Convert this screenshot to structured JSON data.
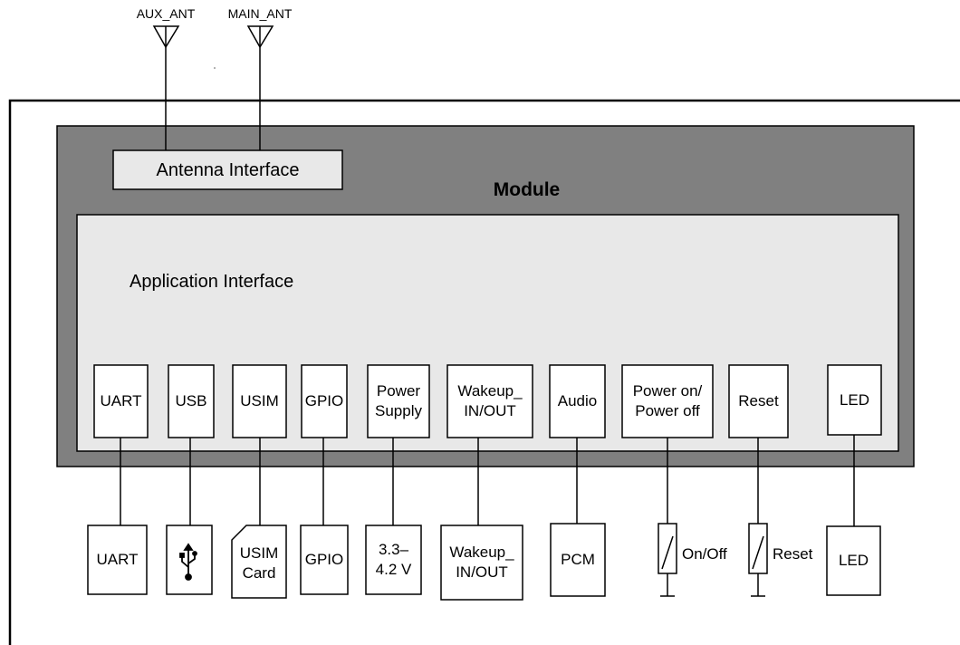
{
  "antennas": {
    "aux_label": "AUX_ANT",
    "main_label": "MAIN_ANT"
  },
  "antenna_interface_label": "Antenna Interface",
  "module_label": "Module",
  "application_interface_label": "Application Interface",
  "interfaces": [
    {
      "id": "uart",
      "label": "UART"
    },
    {
      "id": "usb",
      "label": "USB"
    },
    {
      "id": "usim",
      "label": "USIM"
    },
    {
      "id": "gpio",
      "label": "GPIO"
    },
    {
      "id": "power-supply",
      "label": "Power\nSupply"
    },
    {
      "id": "wakeup",
      "label": "Wakeup_\nIN/OUT"
    },
    {
      "id": "audio",
      "label": "Audio"
    },
    {
      "id": "power-on-off",
      "label": "Power on/\nPower off"
    },
    {
      "id": "reset",
      "label": "Reset"
    },
    {
      "id": "led",
      "label": "LED"
    }
  ],
  "peripherals": [
    {
      "id": "uart",
      "label": "UART"
    },
    {
      "id": "usb",
      "label": "",
      "icon": "usb-icon"
    },
    {
      "id": "usim-card",
      "label": "USIM\nCard"
    },
    {
      "id": "gpio",
      "label": "GPIO"
    },
    {
      "id": "voltage",
      "label": "3.3–\n4.2 V"
    },
    {
      "id": "wakeup",
      "label": "Wakeup_\nIN/OUT"
    },
    {
      "id": "pcm",
      "label": "PCM"
    },
    {
      "id": "on-off-switch",
      "label": "On/Off",
      "icon": "switch-icon"
    },
    {
      "id": "reset-switch",
      "label": "Reset",
      "icon": "switch-icon"
    },
    {
      "id": "led",
      "label": "LED"
    }
  ],
  "colors": {
    "module_fill": "#808080",
    "panel_fill": "#e8e8e8",
    "box_fill": "#ffffff",
    "line": "#000000"
  }
}
